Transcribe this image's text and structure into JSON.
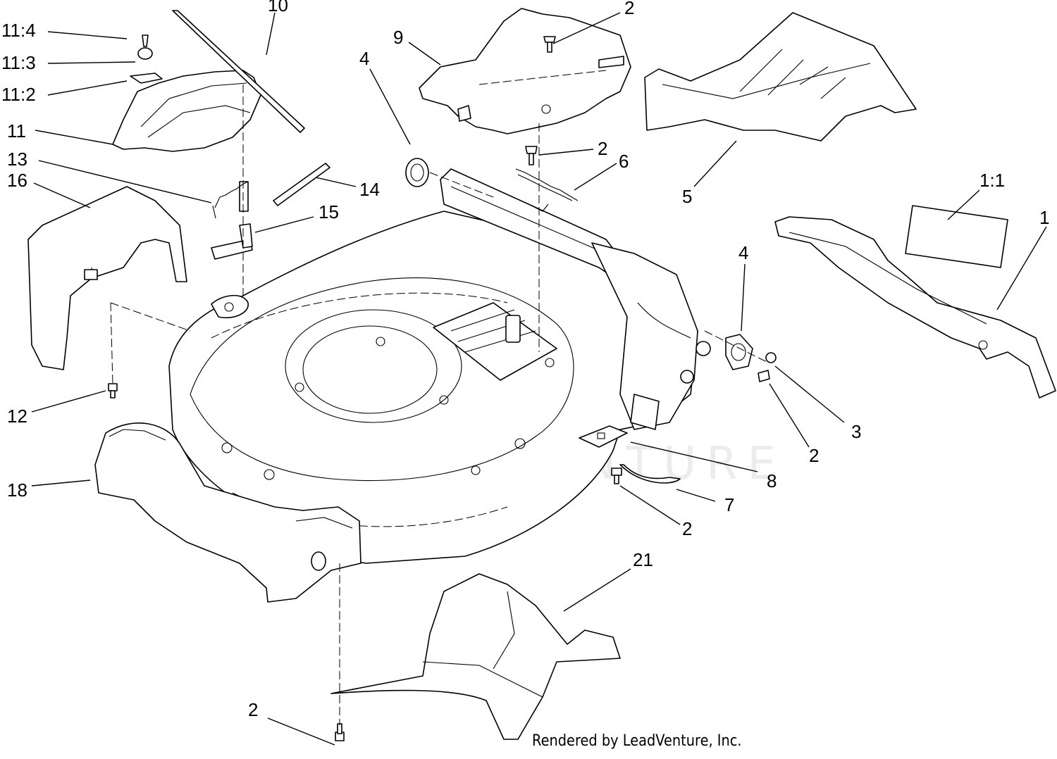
{
  "watermark": "LEADVENTURE",
  "credit": "Rendered by LeadVenture, Inc.",
  "callouts": {
    "c11_4": "11:4",
    "c11_3": "11:3",
    "c11_2": "11:2",
    "c11": "11",
    "c13": "13",
    "c16": "16",
    "c10": "10",
    "c4a": "4",
    "c9": "9",
    "c2a": "2",
    "c2b": "2",
    "c6": "6",
    "c14": "14",
    "c15": "15",
    "c5": "5",
    "c1_1": "1:1",
    "c1": "1",
    "c4b": "4",
    "c3": "3",
    "c2c": "2",
    "c8": "8",
    "c7": "7",
    "c2d": "2",
    "c12": "12",
    "c18": "18",
    "c21": "21",
    "c2e": "2"
  }
}
